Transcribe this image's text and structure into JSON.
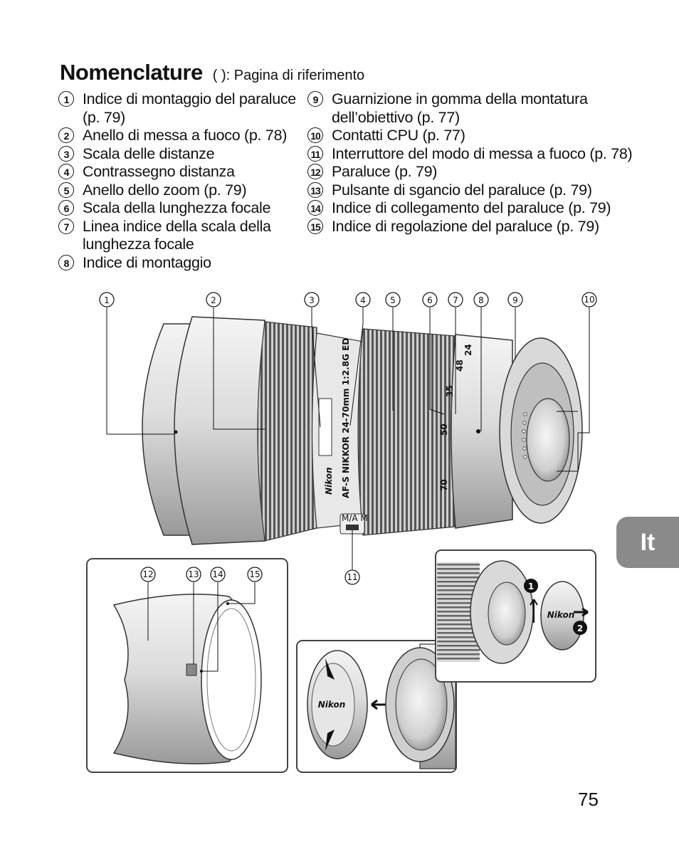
{
  "header": {
    "title": "Nomenclature",
    "subtitle": "( ): Pagina di riferimento"
  },
  "legend_left": [
    {
      "num": "1",
      "label": "Indice di montaggio del paraluce (p. 79)"
    },
    {
      "num": "2",
      "label": "Anello di messa a fuoco (p. 78)"
    },
    {
      "num": "3",
      "label": "Scala delle distanze"
    },
    {
      "num": "4",
      "label": "Contrassegno distanza"
    },
    {
      "num": "5",
      "label": "Anello dello zoom (p. 79)"
    },
    {
      "num": "6",
      "label": "Scala della lunghezza focale"
    },
    {
      "num": "7",
      "label": "Linea indice della scala della lunghezza focale"
    },
    {
      "num": "8",
      "label": "Indice di montaggio"
    }
  ],
  "legend_right": [
    {
      "num": "9",
      "label": "Guarnizione in gomma della montatura dell’obiettivo (p. 77)"
    },
    {
      "num": "10",
      "label": "Contatti CPU (p. 77)"
    },
    {
      "num": "11",
      "label": "Interruttore del modo di messa a fuoco (p. 78)"
    },
    {
      "num": "12",
      "label": "Paraluce (p. 79)"
    },
    {
      "num": "13",
      "label": "Pulsante di sgancio del paraluce (p. 79)"
    },
    {
      "num": "14",
      "label": "Indice di collegamento del paraluce (p. 79)"
    },
    {
      "num": "15",
      "label": "Indice di regolazione del paraluce (p. 79)"
    }
  ],
  "callouts_top": [
    "1",
    "2",
    "3",
    "4",
    "5",
    "6",
    "7",
    "8",
    "9",
    "10"
  ],
  "callout_switch": "11",
  "callouts_hood": [
    "12",
    "13",
    "14",
    "15"
  ],
  "rear_cap_steps": [
    "1",
    "2"
  ],
  "lens_text": {
    "brand": "Nikon",
    "model": "AF-S NIKKOR 24-70mm 1:2.8G ED",
    "focal_marks": [
      "24",
      "35",
      "48",
      "50",
      "70"
    ],
    "switch_marks": "M/A M"
  },
  "language_tab": "It",
  "page_number": "75"
}
